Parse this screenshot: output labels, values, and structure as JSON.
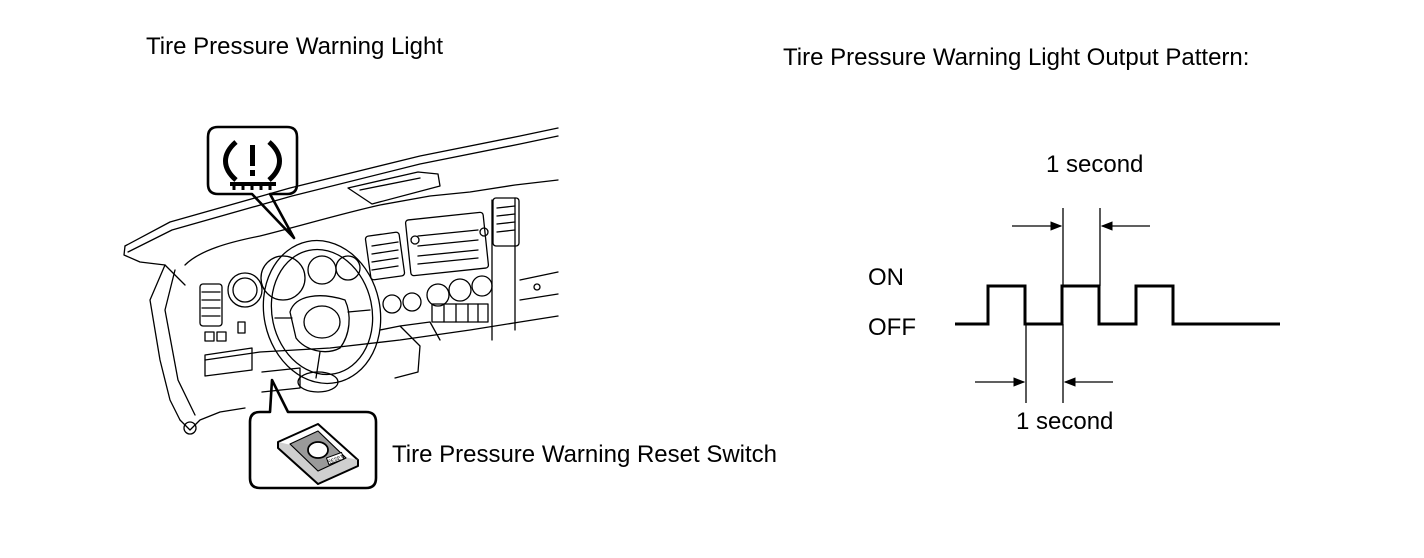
{
  "titles": {
    "left": "Tire Pressure Warning Light",
    "right": "Tire Pressure Warning Light Output Pattern:"
  },
  "callouts": {
    "reset_switch": "Tire Pressure Warning Reset Switch",
    "reset_switch_badge": "RESET"
  },
  "waveform": {
    "on_label": "ON",
    "off_label": "OFF",
    "on_duration_label": "1 second",
    "off_duration_label": "1 second",
    "pulse_count": 3,
    "on_seconds": 1,
    "off_seconds": 1
  },
  "colors": {
    "ink": "#000000",
    "background": "#ffffff"
  },
  "icons": {
    "warning_light": "tpms-warning-icon",
    "reset_switch": "reset-switch-icon"
  }
}
